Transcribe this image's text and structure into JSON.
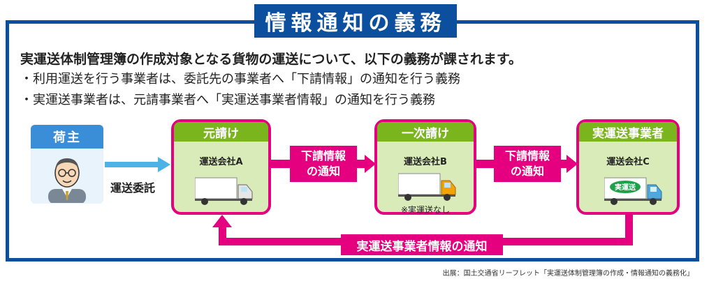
{
  "title": "情報通知の義務",
  "heading": "実運送体制管理簿の作成対象となる貨物の運送について、以下の義務が課されます。",
  "bullets": [
    "・利用運送を行う事業者は、委託先の事業者へ「下請情報」の通知を行う義務",
    "・実運送事業者は、元請事業者へ「実運送事業者情報」の通知を行う義務"
  ],
  "shipper": {
    "label": "荷主",
    "icon": "person-icon"
  },
  "consign_label": "運送委託",
  "stages": [
    {
      "head": "元請け",
      "company": "運送会社A",
      "truck_color": "#e6e6e6"
    },
    {
      "head": "一次請け",
      "company": "運送会社B",
      "note": "※実運送なし",
      "truck_color": "#f2a400"
    },
    {
      "head": "実運送事業者",
      "company": "運送会社C",
      "badge": "実運送",
      "truck_color": "#4da8e0"
    }
  ],
  "info_boxes": [
    {
      "line1": "下請情報",
      "line2": "の通知"
    },
    {
      "line1": "下請情報",
      "line2": "の通知"
    }
  ],
  "return_label": "実運送事業者情報の通知",
  "source": "出展：国土交通省リーフレット「実運送体制管理簿の作成・情報通知の義務化」",
  "colors": {
    "frame": "#0b4f9e",
    "pink": "#e4007f",
    "green": "#7ab51d",
    "stage_bg": "#d8ebb8",
    "shipper_blue": "#3a8ed8"
  }
}
